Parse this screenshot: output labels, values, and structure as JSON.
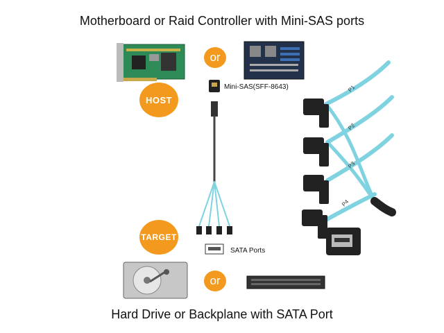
{
  "header": {
    "title": "Motherboard or Raid Controller with Mini-SAS ports"
  },
  "footer": {
    "title": "Hard Drive or Backplane with SATA Port"
  },
  "badges": {
    "host": "HOST",
    "target": "TARGET",
    "or_top": "or",
    "or_bottom": "or"
  },
  "labels": {
    "mini_sas": "Mini-SAS(SFF-8643)",
    "sata_ports": "SATA Ports"
  },
  "cable_tags": [
    "P1",
    "P2",
    "P3",
    "P4"
  ],
  "colors": {
    "accent": "#f39a1e",
    "cable": "#7fd3e0",
    "connector": "#222222"
  }
}
